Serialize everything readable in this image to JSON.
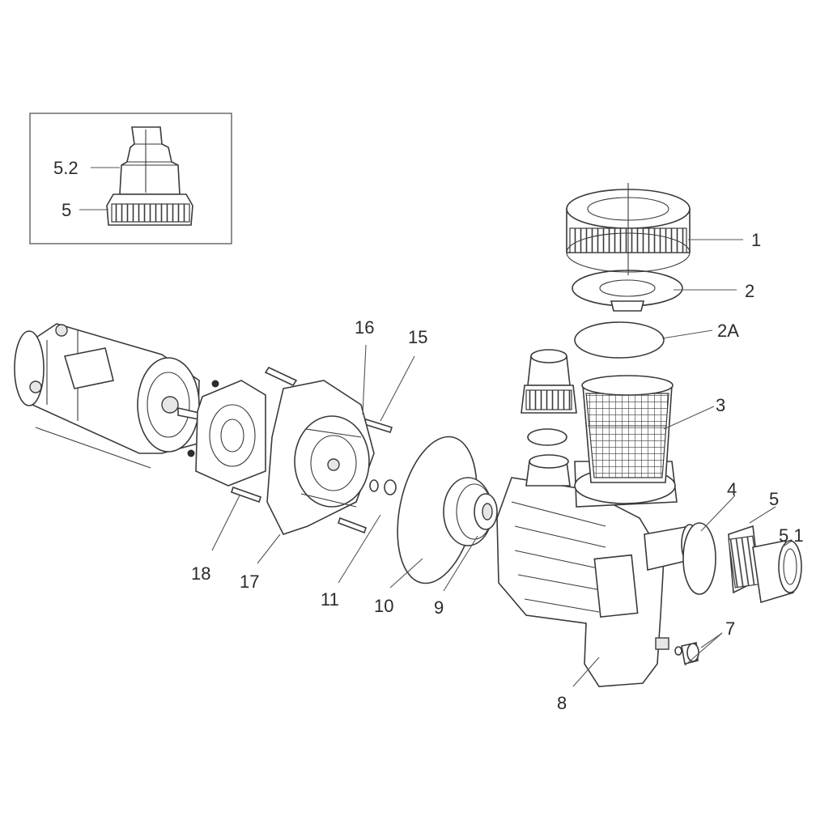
{
  "diagram": {
    "labels": {
      "inset_5_2": "5.2",
      "inset_5": "5",
      "p1": "1",
      "p2": "2",
      "p2a": "2A",
      "p3": "3",
      "p4": "4",
      "p5": "5",
      "p5_1": "5.1",
      "p7": "7",
      "p8": "8",
      "p9": "9",
      "p10": "10",
      "p11": "11",
      "p15": "15",
      "p16": "16",
      "p17": "17",
      "p18": "18"
    }
  }
}
